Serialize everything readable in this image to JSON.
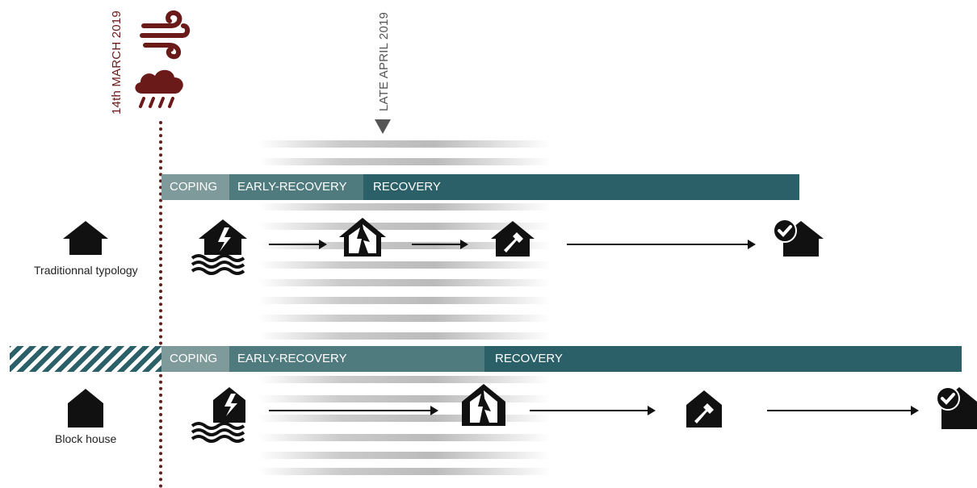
{
  "dates": {
    "event": "14th MARCH 2019",
    "later": "LATE APRIL 2019"
  },
  "icons": {
    "event": [
      "wind-icon",
      "rain-cloud-icon"
    ],
    "row_states": [
      "flooded-house-icon",
      "damaged-house-icon",
      "repair-house-icon",
      "restored-house-icon"
    ]
  },
  "rows": [
    {
      "typology": "Traditionnal typology",
      "icon": "traditional-house-icon",
      "phases": [
        {
          "label": "COPING"
        },
        {
          "label": "EARLY-RECOVERY"
        },
        {
          "label": "RECOVERY"
        }
      ]
    },
    {
      "typology": "Block house",
      "icon": "block-house-icon",
      "phases": [
        {
          "label": "COPING"
        },
        {
          "label": "EARLY-RECOVERY"
        },
        {
          "label": "RECOVERY"
        }
      ]
    }
  ],
  "colors": {
    "event": "#6b1a1a",
    "coping": "#7f9a9b",
    "early_recovery": "#4f7a7e",
    "recovery": "#2c6068"
  }
}
